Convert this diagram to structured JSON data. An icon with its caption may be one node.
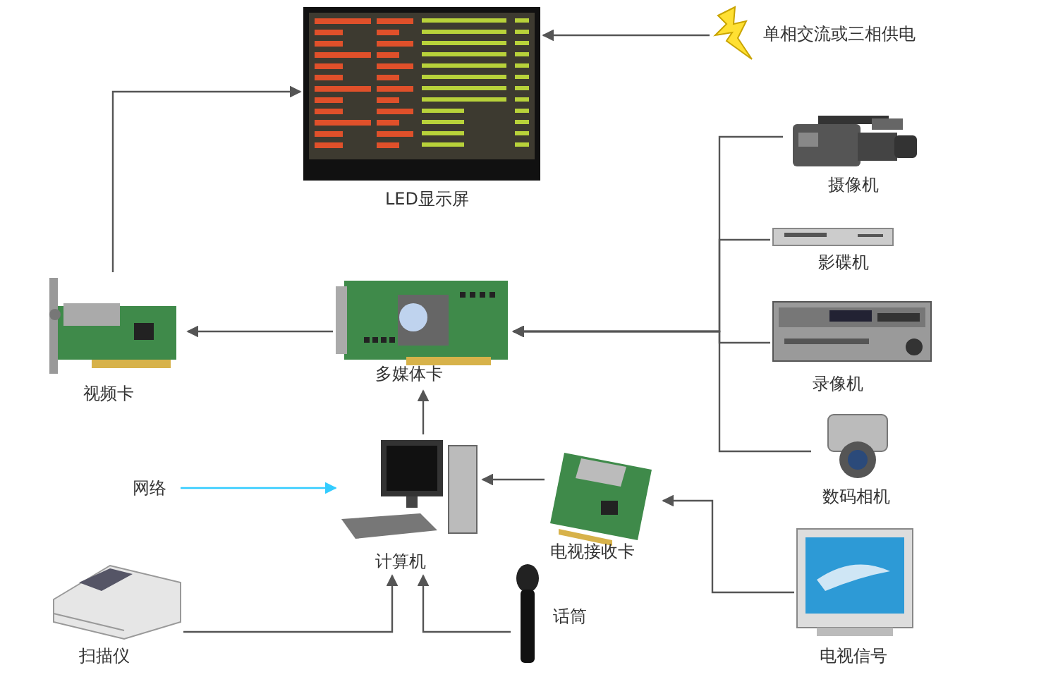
{
  "diagram": {
    "nodes": [
      {
        "text": [
          "LED显示屏"
        ]
      },
      {
        "text": [
          "单相交流或三相供电"
        ]
      },
      {
        "text": [
          "摄像机"
        ]
      },
      {
        "text": [
          "影碟机"
        ]
      },
      {
        "text": [
          "视频卡"
        ]
      },
      {
        "text": [
          "多媒体卡"
        ]
      },
      {
        "text": [
          "录像机"
        ]
      },
      {
        "text": [
          "数码相机"
        ]
      },
      {
        "text": [
          "网络"
        ]
      },
      {
        "text": [
          "计算机"
        ]
      },
      {
        "text": [
          "电视接收卡"
        ]
      },
      {
        "text": [
          "电视信号"
        ]
      },
      {
        "text": [
          "扫描仪"
        ]
      },
      {
        "text": [
          "话筒"
        ]
      }
    ],
    "edges": [
      {
        "from": 1,
        "to": 0,
        "arrow": "to"
      },
      {
        "from": 4,
        "to": 0,
        "arrow": "to"
      },
      {
        "from": 5,
        "to": 4,
        "arrow": "to"
      },
      {
        "from": 2,
        "to": 5,
        "arrow": "to"
      },
      {
        "from": 3,
        "to": 5,
        "arrow": "to"
      },
      {
        "from": 6,
        "to": 5,
        "arrow": "to"
      },
      {
        "from": 7,
        "to": 5,
        "arrow": "to"
      },
      {
        "from": 9,
        "to": 5,
        "arrow": "to"
      },
      {
        "from": 8,
        "to": 9,
        "arrow": "to",
        "color": "#33ccff"
      },
      {
        "from": 10,
        "to": 9,
        "arrow": "to"
      },
      {
        "from": 11,
        "to": 10,
        "arrow": "to"
      },
      {
        "from": 12,
        "to": 9,
        "arrow": "to"
      },
      {
        "from": 13,
        "to": 9,
        "arrow": "to"
      }
    ]
  }
}
